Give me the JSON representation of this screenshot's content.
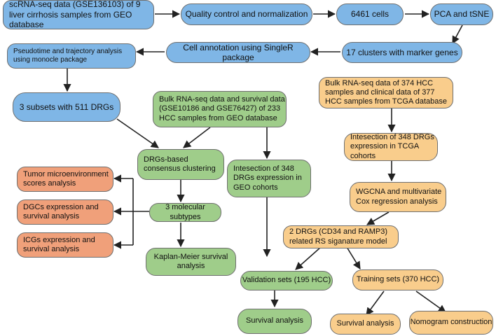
{
  "nodes": {
    "scrna": "scRNA-seq  data (GSE136103) of  9 liver cirrhosis samples  from GEO database",
    "qc": "Quality control and normalization",
    "cells": "6461 cells",
    "pca": "PCA and tSNE",
    "clusters": "17 clusters with marker genes",
    "annotation": "Cell annotation using SingleR package",
    "pseudotime": "Pseudotime and trajectory analysis using monocle package",
    "subsets": "3 subsets with  511 DRGs",
    "bulk_geo": "Bulk RNA-seq data and survival data (GSE10186 and GSE76427) of 233 HCC samples from GEO database",
    "bulk_tcga": "Bulk RNA-seq data of  374 HCC samples and clinical data of 377 HCC samples from TCGA database",
    "consensus": "DRGs-based consensus clustering",
    "intersect_geo": "Intesection of 348 DRGs expression in GEO cohorts",
    "intersect_tcga": "Intesection of 348 DRGs expression in TCGA cohorts",
    "tme": "Tumor microenvironment scores analysis",
    "subtypes": "3 molecular subtypes",
    "dgc": "DGCs expression and survival analysis",
    "icg": "ICGs expression and survival analysis",
    "km": "Kaplan-Meier survival analysis",
    "wgcna": "WGCNA and multivariate Cox regression analysis",
    "rs_model": "2 DRGs (CD34 and RAMP3) related RS siganature model",
    "validation": "Validation sets (195 HCC)",
    "training": "Training sets (370 HCC)",
    "surv_val": "Survival analysis",
    "surv_train": "Survival analysis",
    "nomogram": "Nomogram construction"
  },
  "colors": {
    "blue": "#7fb6e6",
    "green": "#9fcd8a",
    "yellow": "#f9cd8c",
    "orange": "#f0a07a",
    "border": "#6f6f6f",
    "arrow": "#222222"
  }
}
